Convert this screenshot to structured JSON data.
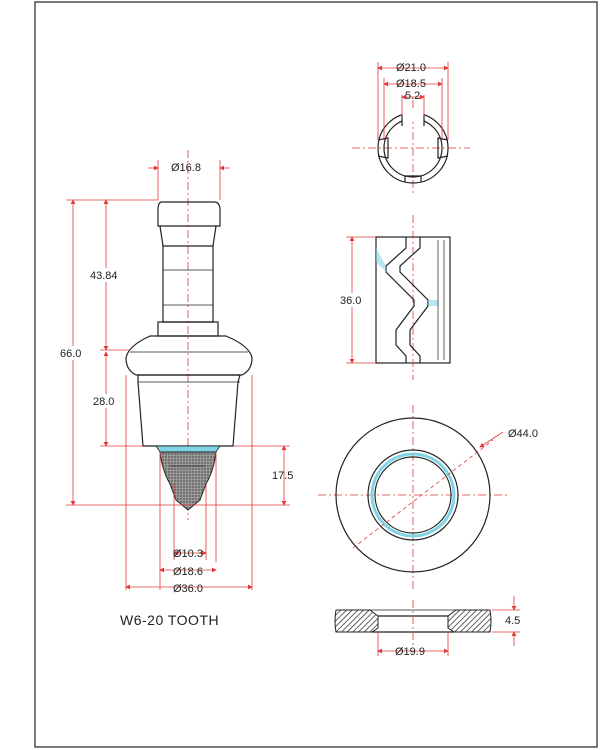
{
  "drawing": {
    "caption": "W6-20 TOOTH",
    "colors": {
      "dimension": "#e23a3a",
      "outline": "#222222",
      "carbide": "#8a8a8a",
      "highlight": "#7fd4e6"
    }
  },
  "tooth": {
    "dims": {
      "top_dia": "Ø16.8",
      "height_upper": "43.84",
      "height_total": "66.0",
      "height_lower": "28.0",
      "tip_height": "17.5",
      "tip_dia": "Ø10.3",
      "neck_dia": "Ø18.6",
      "body_dia": "Ø36.0"
    }
  },
  "clip": {
    "dims": {
      "outer_dia": "Ø21.0",
      "inner_dia": "Ø18.5",
      "gap": "5.2",
      "height": "36.0"
    }
  },
  "washer": {
    "dims": {
      "outer_dia": "Ø44.0",
      "inner_dia": "Ø19.9",
      "thickness": "4.5"
    }
  }
}
